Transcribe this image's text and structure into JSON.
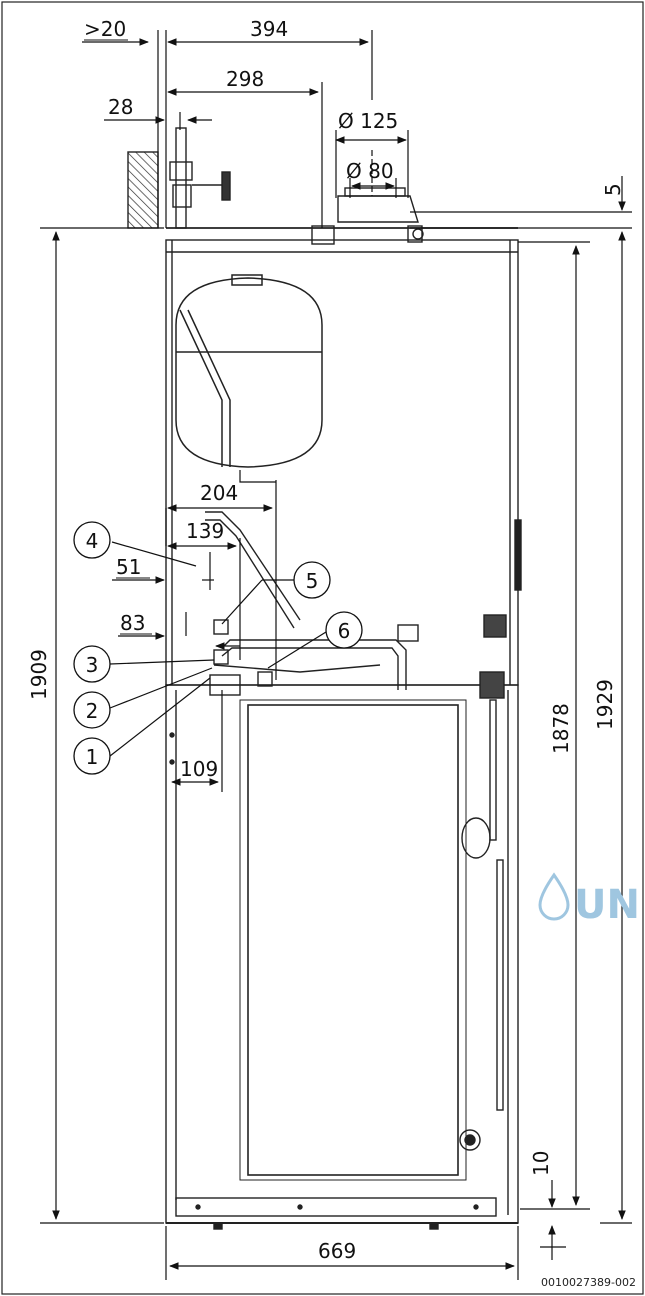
{
  "dimensions": {
    "gt20": ">20",
    "d394": "394",
    "d298": "298",
    "d28": "28",
    "d125": "Ø 125",
    "d80": "Ø 80",
    "d5": "5",
    "d1909": "1909",
    "d1929": "1929",
    "d1878": "1878",
    "d204": "204",
    "d139": "139",
    "d51": "51",
    "d83": "83",
    "d109": "109",
    "d10": "10",
    "d669": "669"
  },
  "callouts": [
    "1",
    "2",
    "3",
    "4",
    "5",
    "6"
  ],
  "watermark": "UN",
  "watermark_icon": "water-drop-icon",
  "figure_id": "0010027389-002"
}
